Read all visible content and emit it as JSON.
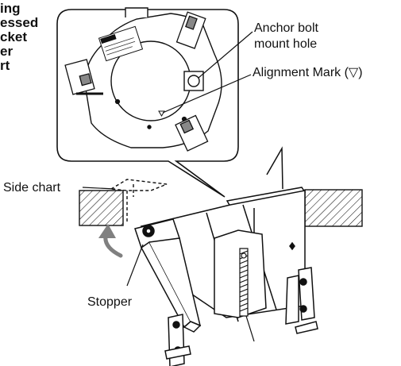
{
  "heading_fragment": [
    "ing",
    "essed",
    "cket",
    "er",
    "rt"
  ],
  "callouts": {
    "anchor_bolt_mount_hole": [
      "Anchor bolt",
      "mount hole"
    ],
    "alignment_mark": "Alignment Mark (▽)",
    "side_chart": "Side chart",
    "stopper": "Stopper"
  },
  "colors": {
    "line": "#111111",
    "arrow": "#808080",
    "hatch": "#111111"
  },
  "icons": {
    "alignment_mark_symbol": "down-triangle-outline"
  }
}
